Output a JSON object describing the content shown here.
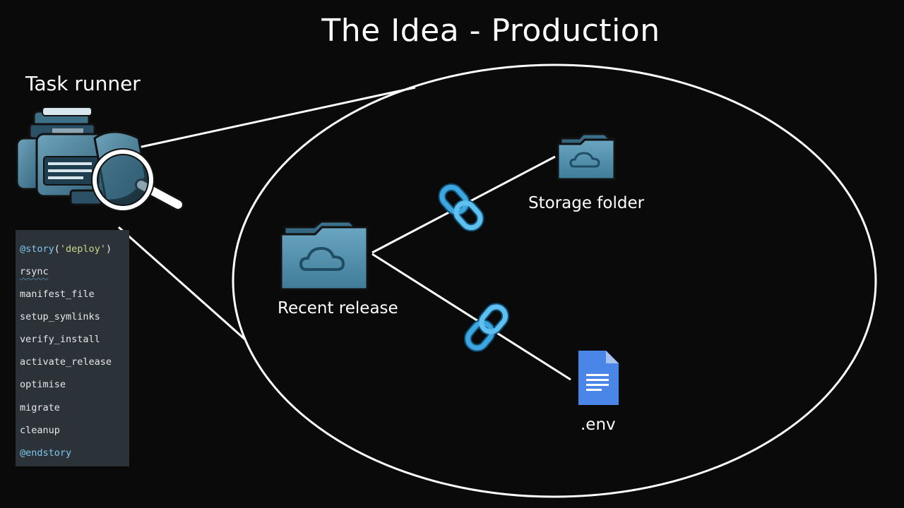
{
  "slide": {
    "title": "The Idea - Production"
  },
  "task_runner": {
    "label": "Task runner",
    "code": {
      "story_keyword": "@story",
      "story_arg": "'deploy'",
      "tasks": [
        "rsync",
        "manifest_file",
        "setup_symlinks",
        "verify_install",
        "activate_release",
        "optimise",
        "migrate",
        "cleanup"
      ],
      "end_keyword": "@endstory"
    }
  },
  "nodes": {
    "recent_release": "Recent release",
    "storage_folder": "Storage folder",
    "env_file": ".env"
  },
  "icons": {
    "task_runner": "robot-magnifier-icon",
    "recent_release": "cloud-folder-icon",
    "storage_folder": "cloud-folder-icon",
    "env_file": "document-icon",
    "links": "chain-link-icon"
  },
  "colors": {
    "background": "#0a0a0a",
    "folder": "#4f8aa6",
    "link": "#3ea6de",
    "document": "#4a86e8",
    "code_bg": "#2b3238",
    "code_directive": "#7fc7ee",
    "code_string": "#c7d88a"
  }
}
